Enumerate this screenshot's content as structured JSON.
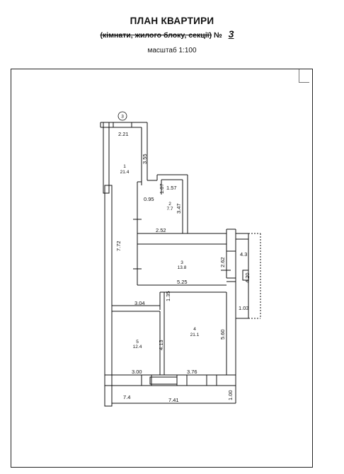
{
  "header": {
    "title": "ПЛАН КВАРТИРИ",
    "subtitle_struck": "(кімнати, жилого блоку, секції)",
    "subtitle_no": "№",
    "apartment_number": "3",
    "scale": "масштаб 1:100"
  },
  "plan": {
    "apartment_marker": "3",
    "rooms": [
      {
        "number": "1",
        "area": "21.4"
      },
      {
        "number": "2",
        "area": "7.7"
      },
      {
        "number": "3",
        "area": "13.8"
      },
      {
        "number": "4",
        "area": "21.1"
      },
      {
        "number": "5",
        "area": "12.4"
      }
    ],
    "dimensions": {
      "d_2_21": "2.21",
      "d_3_55": "3.55",
      "d_1_07": "1.07",
      "d_1_57": "1.57",
      "d_0_95": "0.95",
      "d_3_47": "3.47",
      "d_2_52": "2.52",
      "d_7_72": "7.72",
      "d_2_62": "2.62",
      "d_5_25": "5.25",
      "d_4_3": "4.3",
      "d_4_20": "4.20",
      "d_1_03": "1.03",
      "d_3_04": "3.04",
      "d_1_35": "1.35",
      "d_4_13": "4.13",
      "d_5_60": "5.60",
      "d_3_00": "3.00",
      "d_3_76": "3.76",
      "d_7_4": "7.4",
      "d_7_41": "7.41",
      "d_1_00": "1.00"
    }
  }
}
